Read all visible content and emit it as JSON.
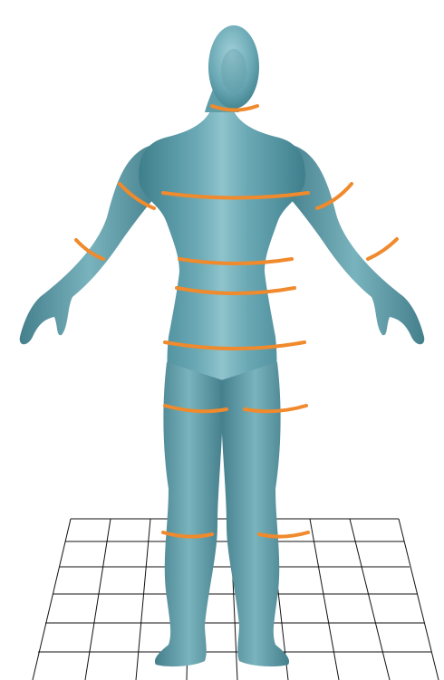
{
  "figure": {
    "top_cut_text": "",
    "colors": {
      "background": "#ffffff",
      "skin_light": "#8fc3cc",
      "skin_mid": "#62a3b0",
      "skin_dark": "#3f7f8c",
      "measure_line": "#f08a2c",
      "grid_line": "#111111"
    },
    "measurement_lines": [
      "neck",
      "chest",
      "left-upper-arm",
      "right-upper-arm",
      "left-forearm",
      "right-forearm",
      "waist",
      "hip-upper",
      "hip",
      "left-thigh",
      "right-thigh",
      "left-calf",
      "right-calf"
    ]
  }
}
